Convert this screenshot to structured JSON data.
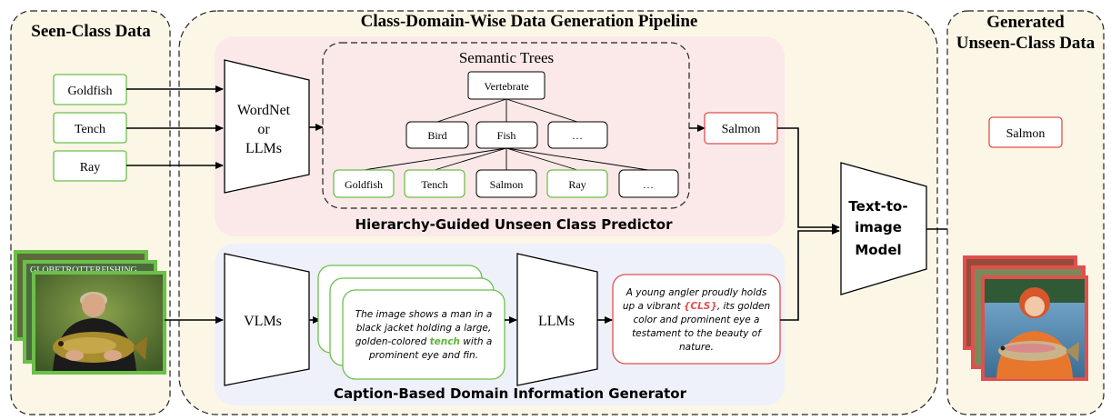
{
  "seen": {
    "title": "Seen-Class Data",
    "classes": [
      "Goldfish",
      "Tench",
      "Ray"
    ],
    "image_caption": "GLOBETROTTERFISHING"
  },
  "pipeline": {
    "title": "Class-Domain-Wise Data Generation Pipeline",
    "knowledge_source": [
      "WordNet",
      "or",
      "LLMs"
    ],
    "semantic_trees": {
      "title": "Semantic Trees",
      "root": "Vertebrate",
      "level1": [
        "Bird",
        "Fish",
        "…"
      ],
      "level2": [
        "Goldfish",
        "Tench",
        "Salmon",
        "Ray",
        "…"
      ]
    },
    "predicted_class": "Salmon",
    "predictor_title": "Hierarchy-Guided Unseen Class Predictor",
    "vlm_label": "VLMs",
    "seen_caption": {
      "before": [
        "The image shows a man in a",
        "black jacket holding a large,",
        "golden-colored "
      ],
      "highlight": "tench",
      "after_first": " with a",
      "last": "prominent eye and fin."
    },
    "llm_label": "LLMs",
    "generated_caption": {
      "line1": "A young angler proudly holds",
      "line2_before": "up a vibrant ",
      "placeholder": "{CLS}",
      "line2_after": ", its golden",
      "line3": "color and prominent eye a",
      "line4": "testament to the beauty of",
      "line5": "nature."
    },
    "generator_title": "Caption-Based Domain Information Generator",
    "t2i_model": [
      "Text-to-",
      "image",
      "Model"
    ]
  },
  "generated": {
    "title": [
      "Generated",
      "Unseen-Class Data"
    ],
    "class": "Salmon"
  },
  "colors": {
    "panel_fill": "#fcf6e6",
    "predictor_fill": "#fbe9e9",
    "generator_fill": "#eef0fa",
    "green": "#6cbf4a",
    "red": "#e0504d",
    "tench": "#5cb338"
  }
}
